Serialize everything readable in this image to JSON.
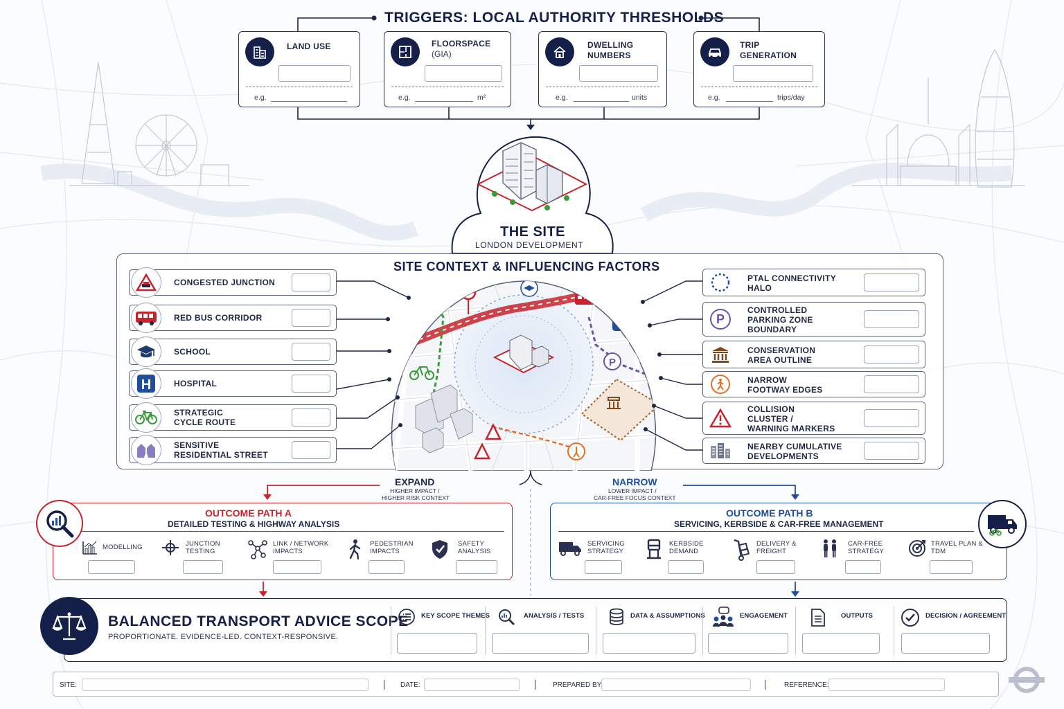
{
  "header": {
    "title": "TRIGGERS: LOCAL AUTHORITY THRESHOLDS"
  },
  "triggers": [
    {
      "label1": "LAND USE",
      "label2": "",
      "eg": "e.g.",
      "unit": ""
    },
    {
      "label1": "FLOORSPACE",
      "label2": "(GIA)",
      "eg": "e.g.",
      "unit": "m²"
    },
    {
      "label1": "DWELLING",
      "label2": "NUMBERS",
      "eg": "e.g.",
      "unit": "units"
    },
    {
      "label1": "TRIP",
      "label2": "GENERATION",
      "eg": "e.g.",
      "unit": "trips/day"
    }
  ],
  "site": {
    "title": "THE SITE",
    "subtitle": "LONDON DEVELOPMENT"
  },
  "context": {
    "title": "SITE CONTEXT & INFLUENCING FACTORS"
  },
  "left_factors": [
    {
      "l1": "CONGESTED JUNCTION",
      "l2": "",
      "icon": "congested-junction-icon"
    },
    {
      "l1": "RED BUS CORRIDOR",
      "l2": "",
      "icon": "bus-icon"
    },
    {
      "l1": "SCHOOL",
      "l2": "",
      "icon": "school-icon"
    },
    {
      "l1": "HOSPITAL",
      "l2": "",
      "icon": "hospital-icon"
    },
    {
      "l1": "STRATEGIC",
      "l2": "CYCLE ROUTE",
      "icon": "bicycle-icon"
    },
    {
      "l1": "SENSITIVE",
      "l2": "RESIDENTIAL STREET",
      "icon": "residential-street-icon"
    }
  ],
  "right_factors": [
    {
      "l1": "PTAL CONNECTIVITY",
      "l2": "HALO",
      "l3": "",
      "icon": "ptal-halo-icon"
    },
    {
      "l1": "CONTROLLED",
      "l2": "PARKING ZONE",
      "l3": "BOUNDARY",
      "icon": "parking-icon"
    },
    {
      "l1": "CONSERVATION",
      "l2": "AREA OUTLINE",
      "l3": "",
      "icon": "conservation-icon"
    },
    {
      "l1": "NARROW",
      "l2": "FOOTWAY EDGES",
      "l3": "",
      "icon": "pedestrian-icon"
    },
    {
      "l1": "COLLISION",
      "l2": "CLUSTER /",
      "l3": "WARNING MARKERS",
      "icon": "warning-icon"
    },
    {
      "l1": "NEARBY CUMULATIVE",
      "l2": "DEVELOPMENTS",
      "l3": "",
      "icon": "developments-icon"
    }
  ],
  "branches": {
    "expand": {
      "title": "EXPAND",
      "sub1": "HIGHER IMPACT /",
      "sub2": "HIGHER RISK CONTEXT"
    },
    "narrow": {
      "title": "NARROW",
      "sub1": "LOWER IMPACT /",
      "sub2": "CAR-FREE FOCUS CONTEXT"
    }
  },
  "path_a": {
    "title": "OUTCOME PATH A",
    "subtitle": "DETAILED TESTING & HIGHWAY ANALYSIS",
    "items": [
      {
        "l1": "MODELLING",
        "l2": ""
      },
      {
        "l1": "JUNCTION",
        "l2": "TESTING"
      },
      {
        "l1": "LINK / NETWORK",
        "l2": "IMPACTS"
      },
      {
        "l1": "PEDESTRIAN",
        "l2": "IMPACTS"
      },
      {
        "l1": "SAFETY",
        "l2": "ANALYSIS"
      }
    ]
  },
  "path_b": {
    "title": "OUTCOME PATH B",
    "subtitle": "SERVICING, KERBSIDE & CAR-FREE MANAGEMENT",
    "items": [
      {
        "l1": "SERVICING",
        "l2": "STRATEGY"
      },
      {
        "l1": "KERBSIDE",
        "l2": "DEMAND"
      },
      {
        "l1": "DELIVERY &",
        "l2": "FREIGHT"
      },
      {
        "l1": "CAR-FREE",
        "l2": "STRATEGY"
      },
      {
        "l1": "TRAVEL PLAN &",
        "l2": "TDM"
      }
    ]
  },
  "scope": {
    "title": "BALANCED TRANSPORT ADVICE SCOPE",
    "subtitle": "PROPORTIONATE. EVIDENCE-LED. CONTEXT-RESPONSIVE.",
    "items": [
      "KEY SCOPE THEMES",
      "ANALYSIS / TESTS",
      "DATA & ASSUMPTIONS",
      "ENGAGEMENT",
      "OUTPUTS",
      "DECISION / AGREEMENT"
    ]
  },
  "footer": {
    "site": "SITE:",
    "date": "DATE:",
    "prepared": "PREPARED BY:",
    "reference": "REFERENCE:"
  },
  "colors": {
    "navy": "#14204a",
    "red": "#c8232c",
    "blue": "#1f4f9c",
    "orange": "#e0702a",
    "green": "#3a9a3a",
    "purple": "#6a55a8"
  }
}
